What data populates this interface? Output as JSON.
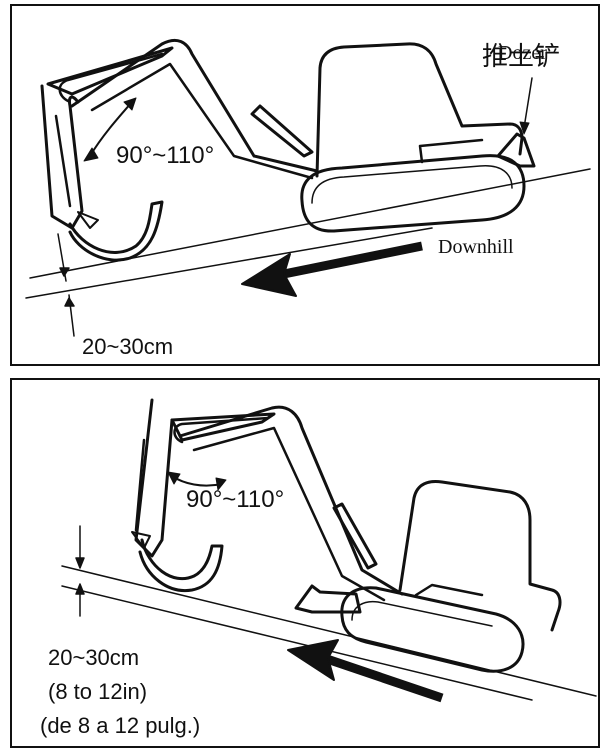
{
  "top_panel": {
    "angle_label": "90°~110°",
    "clearance_label": "20~30cm",
    "dozer_label_cn": "推土铲",
    "dozer_label_en": "Dozer",
    "direction_label": "Downhill"
  },
  "bottom_panel": {
    "angle_label": "90°~110°",
    "clearance_lines": [
      "20~30cm",
      "(8 to 12in)",
      "(de 8 a 12 pulg.)"
    ]
  },
  "colors": {
    "ink": "#111111",
    "background": "#ffffff"
  },
  "icons": [
    "excavator-icon",
    "arrow-left-icon",
    "dimension-arrows-icon",
    "angle-arc-icon"
  ]
}
